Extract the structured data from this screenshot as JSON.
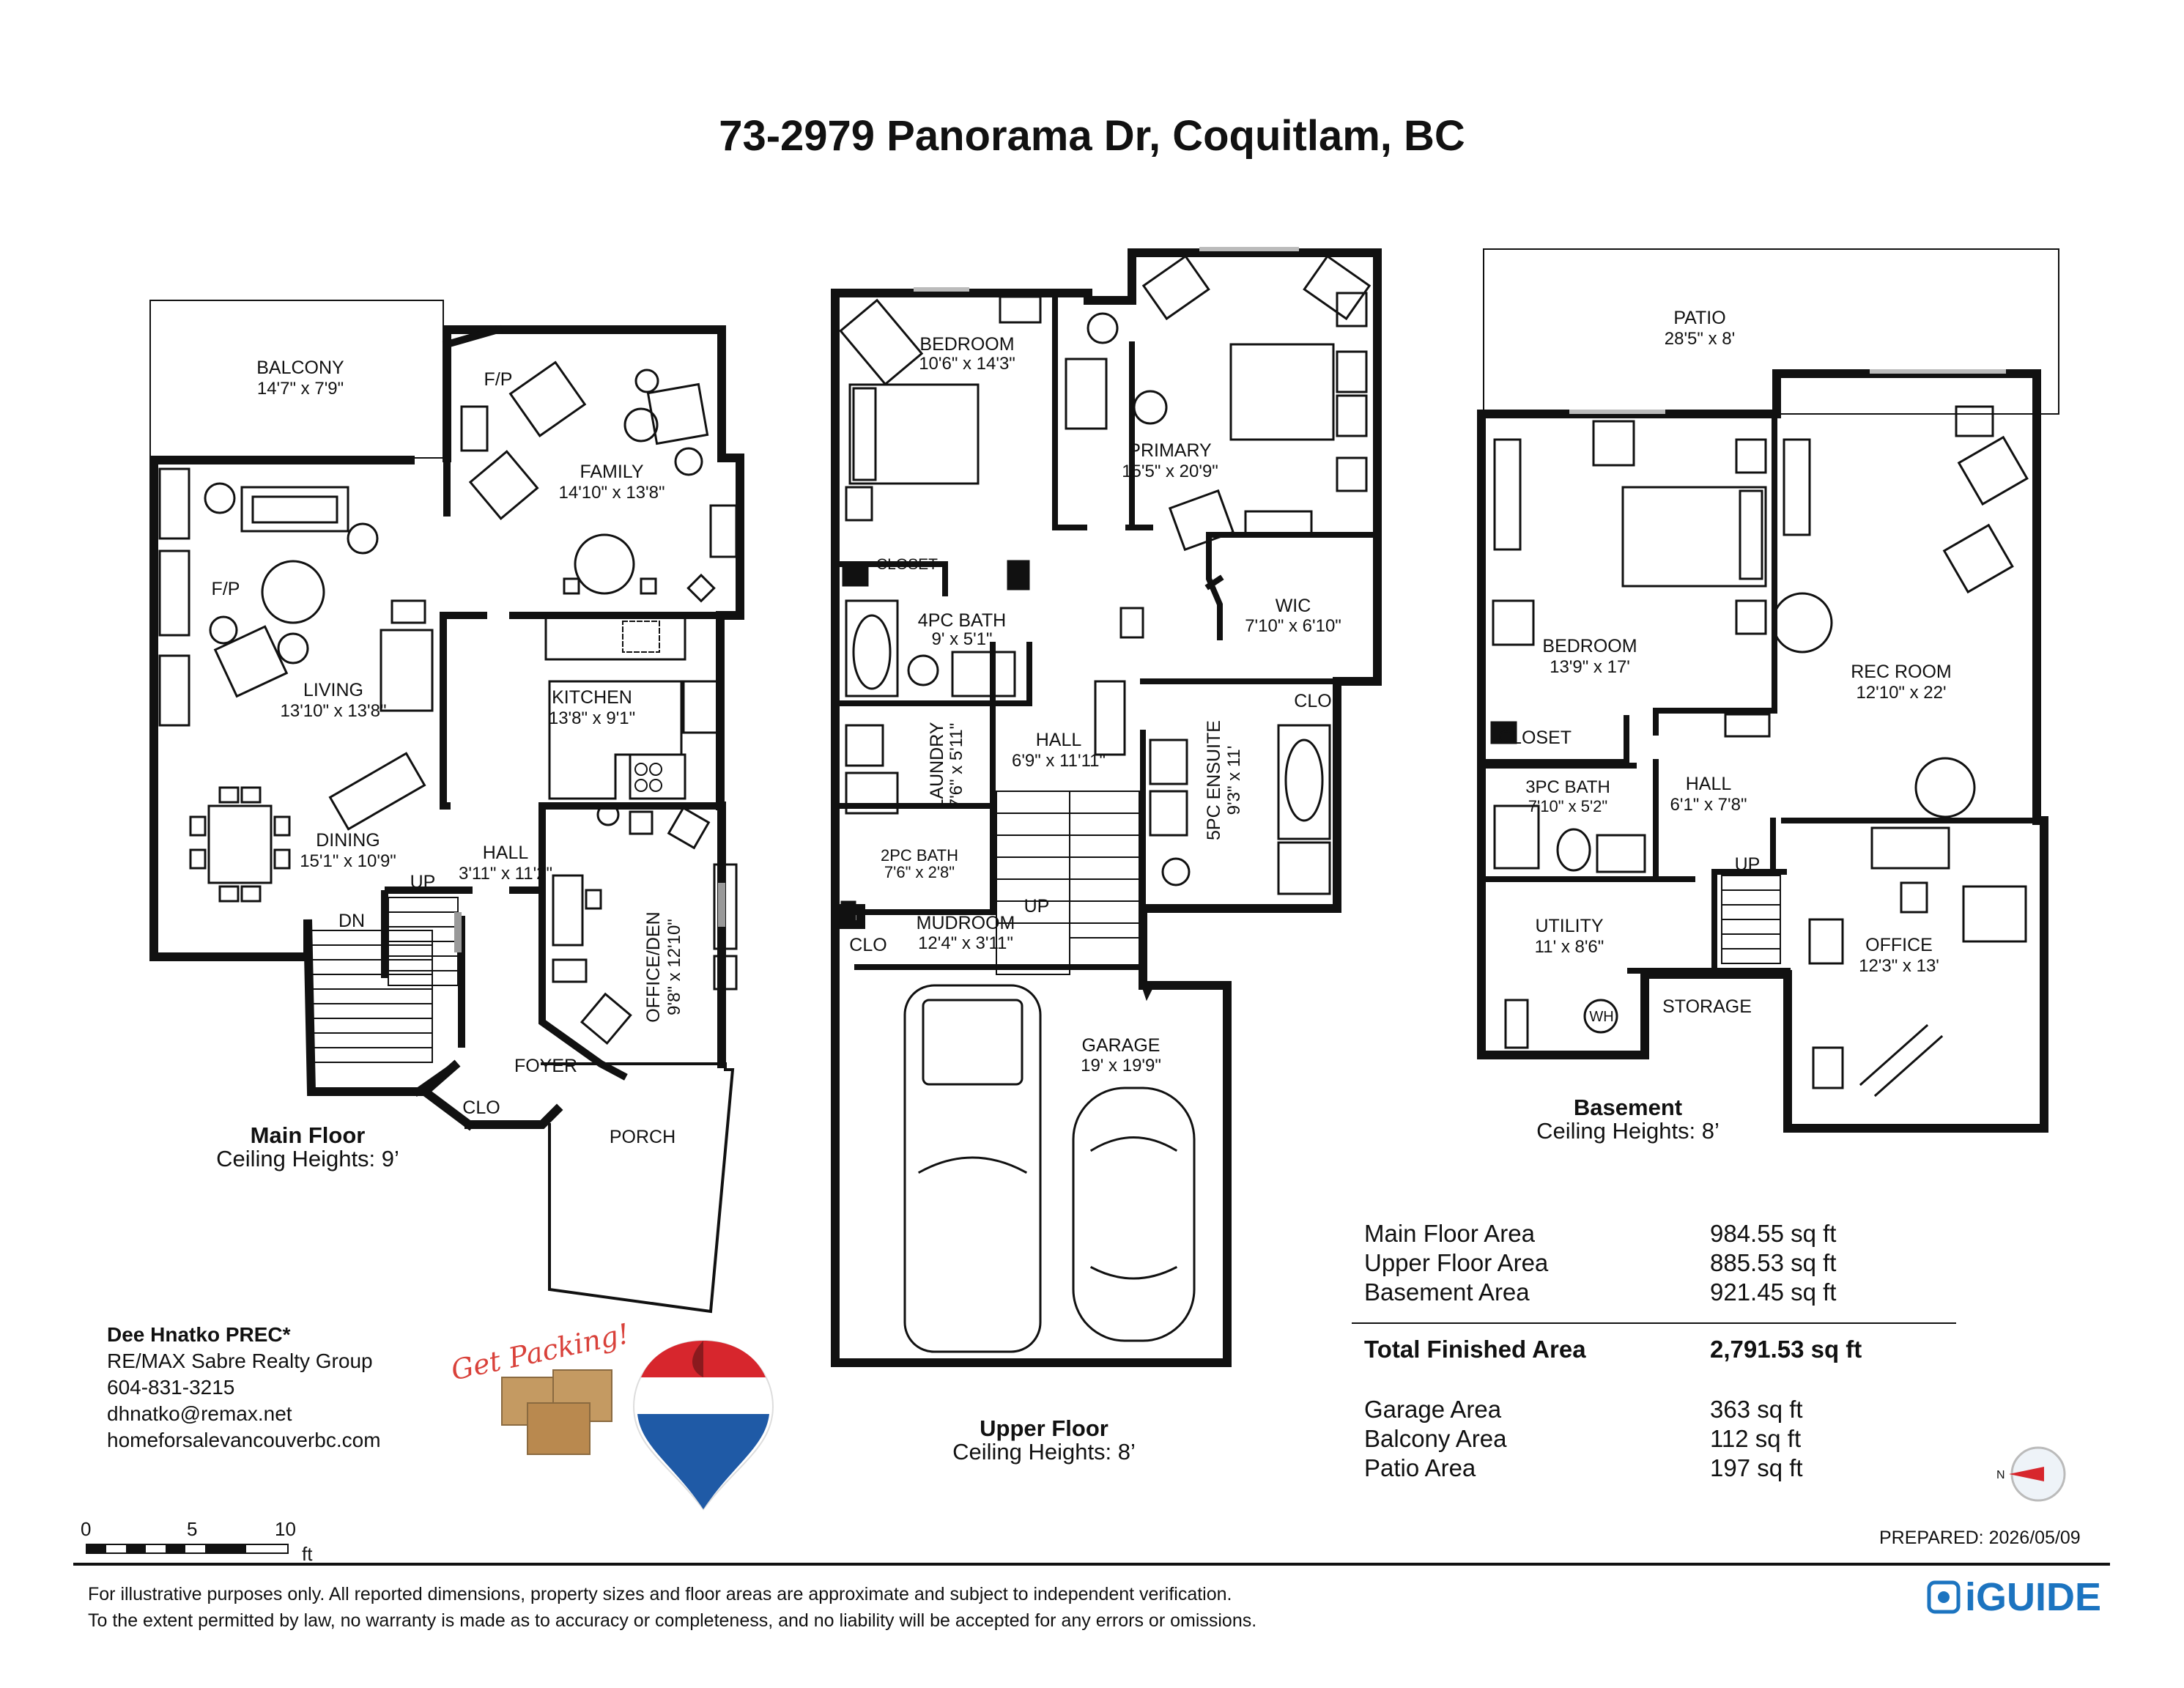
{
  "title": "73-2979 Panorama Dr, Coquitlam, BC",
  "floors": [
    {
      "name": "Main Floor",
      "ceiling": "Ceiling Heights: 9’"
    },
    {
      "name": "Upper Floor",
      "ceiling": "Ceiling Heights: 8’"
    },
    {
      "name": "Basement",
      "ceiling": "Ceiling Heights: 8’"
    }
  ],
  "rooms": {
    "balcony": {
      "name": "BALCONY",
      "dim": "14'7\" x 7'9\""
    },
    "fp1": {
      "name": "F/P"
    },
    "family": {
      "name": "FAMILY",
      "dim": "14'10\" x 13'8\""
    },
    "fp2": {
      "name": "F/P"
    },
    "living": {
      "name": "LIVING",
      "dim": "13'10\" x 13'8\""
    },
    "kitchen": {
      "name": "KITCHEN",
      "dim": "13'8\" x 9'1\""
    },
    "dining": {
      "name": "DINING",
      "dim": "15'1\" x 10'9\""
    },
    "hall_main": {
      "name": "HALL",
      "dim": "3'11\" x 11'2\""
    },
    "up_main": {
      "name": "UP"
    },
    "dn_main": {
      "name": "DN"
    },
    "office_den": {
      "name": "OFFICE/DEN",
      "dim": "9'8\" x 12'10\""
    },
    "foyer": {
      "name": "FOYER"
    },
    "clo_main": {
      "name": "CLO"
    },
    "porch": {
      "name": "PORCH"
    },
    "bedroom_up": {
      "name": "BEDROOM",
      "dim": "10'6\" x 14'3\""
    },
    "primary": {
      "name": "PRIMARY",
      "dim": "15'5\" x 20'9\""
    },
    "closet_up": {
      "name": "CLOSET"
    },
    "bath4": {
      "name": "4PC BATH",
      "dim": "9' x 5'1\""
    },
    "wic": {
      "name": "WIC",
      "dim": "7'10\" x 6'10\""
    },
    "laundry": {
      "name": "LAUNDRY",
      "dim": "7'6\" x 5'11\""
    },
    "hall_up": {
      "name": "HALL",
      "dim": "6'9\" x 11'11\""
    },
    "ensuite": {
      "name": "5PC ENSUITE",
      "dim": "9'3\" x 11'"
    },
    "clo_ens": {
      "name": "CLO"
    },
    "bath2": {
      "name": "2PC BATH",
      "dim": "7'6\" x 2'8\""
    },
    "up_upper": {
      "name": "UP"
    },
    "mudroom": {
      "name": "MUDROOM",
      "dim": "12'4\" x 3'11\""
    },
    "clo_mud": {
      "name": "CLO"
    },
    "garage": {
      "name": "GARAGE",
      "dim": "19' x 19'9\""
    },
    "patio": {
      "name": "PATIO",
      "dim": "28'5\" x 8'"
    },
    "bedroom_b": {
      "name": "BEDROOM",
      "dim": "13'9\" x 17'"
    },
    "rec": {
      "name": "REC ROOM",
      "dim": "12'10\" x 22'"
    },
    "closet_b": {
      "name": "CLOSET"
    },
    "bath3": {
      "name": "3PC BATH",
      "dim": "7'10\" x 5'2\""
    },
    "hall_b": {
      "name": "HALL",
      "dim": "6'1\" x 7'8\""
    },
    "up_b": {
      "name": "UP"
    },
    "utility": {
      "name": "UTILITY",
      "dim": "11' x 8'6\""
    },
    "office_b": {
      "name": "OFFICE",
      "dim": "12'3\" x 13'"
    },
    "storage": {
      "name": "STORAGE"
    },
    "wh": {
      "name": "WH"
    }
  },
  "areas": [
    {
      "label": "Main Floor Area",
      "value": "984.55 sq ft"
    },
    {
      "label": "Upper Floor Area",
      "value": "885.53 sq ft"
    },
    {
      "label": "Basement Area",
      "value": "921.45 sq ft"
    },
    {
      "label": "Total Finished Area",
      "value": "2,791.53 sq ft"
    },
    {
      "label": "Garage Area",
      "value": "363 sq ft"
    },
    {
      "label": "Balcony Area",
      "value": "112 sq ft"
    },
    {
      "label": "Patio Area",
      "value": "197 sq ft"
    }
  ],
  "agent": {
    "name": "Dee Hnatko PREC*",
    "company": "RE/MAX Sabre Realty Group",
    "phone": "604-831-3215",
    "email": "dhnatko@remax.net",
    "website": "homeforsalevancouverbc.com"
  },
  "badge": "Get Packing!",
  "scale": {
    "ticks": [
      "0",
      "5",
      "10"
    ],
    "unit": "ft"
  },
  "compass": "N",
  "prepared": "PREPARED: 2026/05/09",
  "disclaimer": [
    "For illustrative purposes only. All reported dimensions, property sizes and floor areas are approximate and subject to independent verification.",
    "To the extent permitted by law, no warranty is made as to accuracy or completeness, and no liability will be accepted for any errors or omissions."
  ],
  "brand": "iGUIDE",
  "colors": {
    "wall": "#111111",
    "remax_red": "#d7262d",
    "remax_blue": "#1f5aa6",
    "brand_blue": "#1c74c0",
    "badge_red": "#d9413a",
    "box": "#c49a62"
  }
}
